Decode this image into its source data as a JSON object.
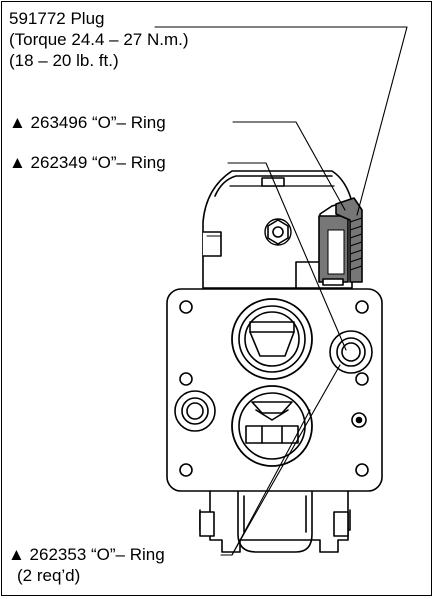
{
  "callouts": {
    "plug": {
      "line1": "591772 Plug",
      "line2": "(Torque 24.4 – 27  N.m.)",
      "line3": "(18 – 20 lb. ft.)"
    },
    "oring_263496": {
      "label": "▲ 263496 “O”– Ring"
    },
    "oring_262349": {
      "label": "▲ 262349 “O”– Ring"
    },
    "oring_262353": {
      "label": "▲ 262353 “O”– Ring",
      "note": "(2 req’d)"
    }
  },
  "colors": {
    "line": "#000000",
    "background": "#ffffff",
    "shade": "#777777"
  }
}
